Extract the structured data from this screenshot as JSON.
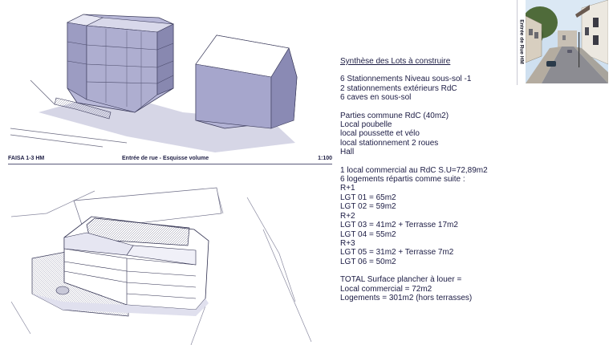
{
  "sheet": {
    "caption_left": "FAISA 1-3 HM",
    "caption_center": "Entrée de rue - Esquisse volume",
    "caption_right": "1:100"
  },
  "photo": {
    "label": "Entrée de Rue HM"
  },
  "summary": {
    "title": "Synthèse des Lots à construire",
    "blocks": [
      [
        "6 Stationnements Niveau sous-sol -1",
        "2 stationnements extérieurs RdC",
        "6 caves en sous-sol"
      ],
      [
        "Parties commune RdC (40m2)",
        "Local poubelle",
        "local poussette et vélo",
        "local stationnement 2 roues",
        "Hall"
      ],
      [
        "1 local commercial au RdC S.U=72,89m2",
        "6 logements répartis comme suite :",
        "R+1",
        "LGT 01 = 65m2",
        "LGT 02 = 59m2",
        "R+2",
        "LGT 03 = 41m2 + Terrasse 17m2",
        "LGT 04 = 55m2",
        "R+3",
        "LGT 05 = 31m2 + Terrasse 7m2",
        "LGT 06 = 50m2"
      ],
      [
        "TOTAL Surface plancher à louer =",
        "Local commercial = 72m2",
        "Logements = 301m2 (hors terrasses)"
      ]
    ]
  }
}
